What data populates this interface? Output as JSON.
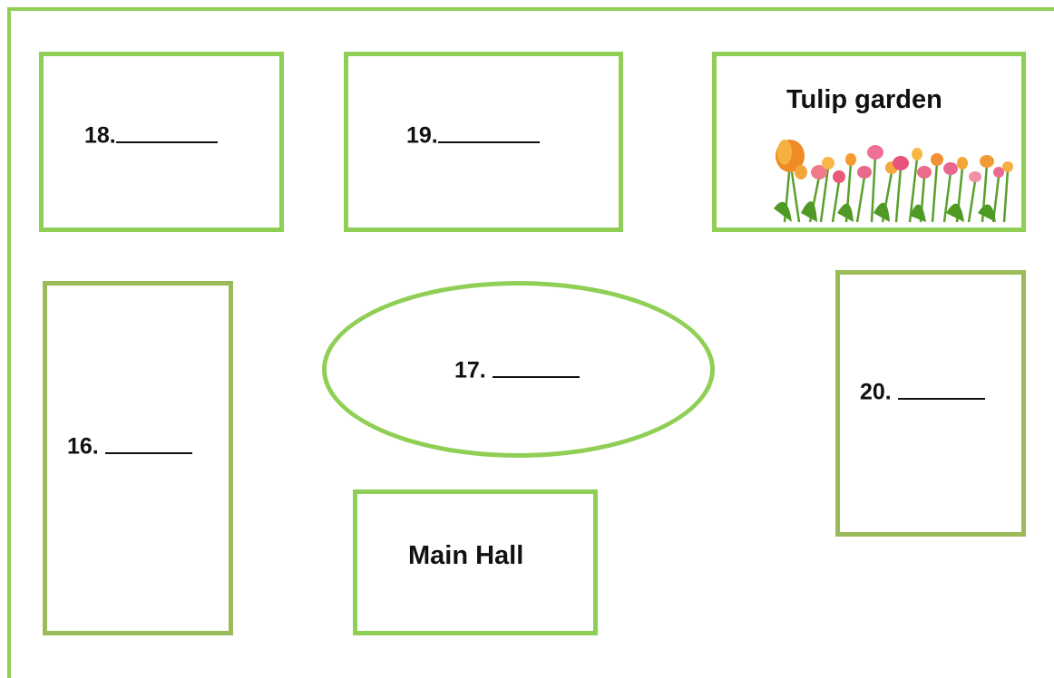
{
  "rooms": {
    "r18": {
      "label": "18."
    },
    "r19": {
      "label": "19."
    },
    "tulip": {
      "title": "Tulip garden"
    },
    "r16": {
      "label": "16."
    },
    "r17": {
      "label": "17."
    },
    "r20": {
      "label": "20."
    },
    "main_hall": {
      "title": "Main Hall"
    }
  },
  "colors": {
    "border": "#8fcf55",
    "border_alt": "#9bbb59"
  }
}
